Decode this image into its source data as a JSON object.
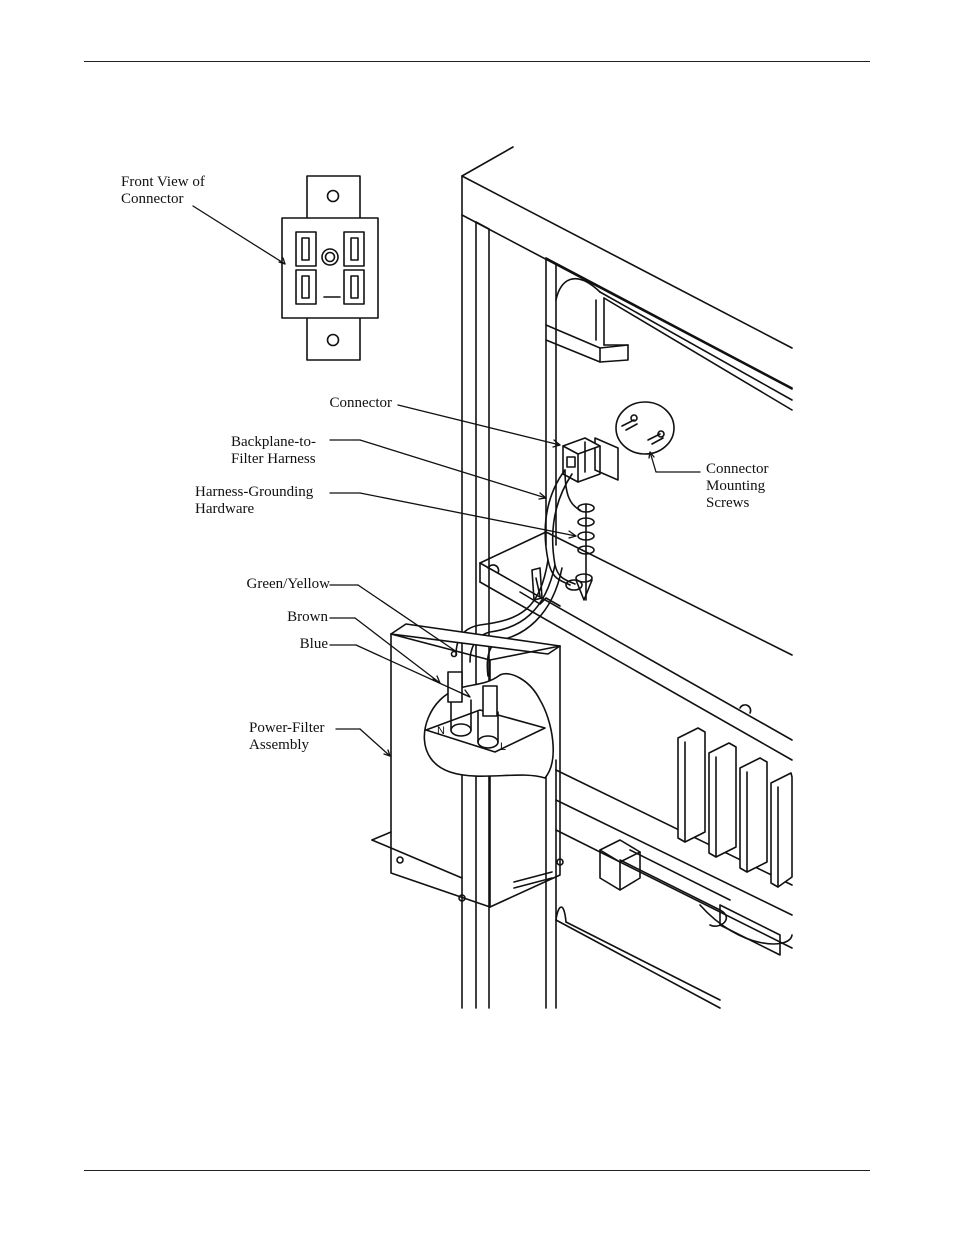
{
  "figure": {
    "labels": {
      "front_view": "Front View of\nConnector",
      "connector": "Connector",
      "harness": "Backplane-to-\nFilter Harness",
      "grounding": "Harness-Grounding\nHardware",
      "green_yellow": "Green/Yellow",
      "brown": "Brown",
      "blue": "Blue",
      "power_filter": "Power-Filter\nAssembly",
      "mounting_screws": "Connector\nMounting\nScrews",
      "terminal_n": "N",
      "terminal_l": "L"
    }
  }
}
